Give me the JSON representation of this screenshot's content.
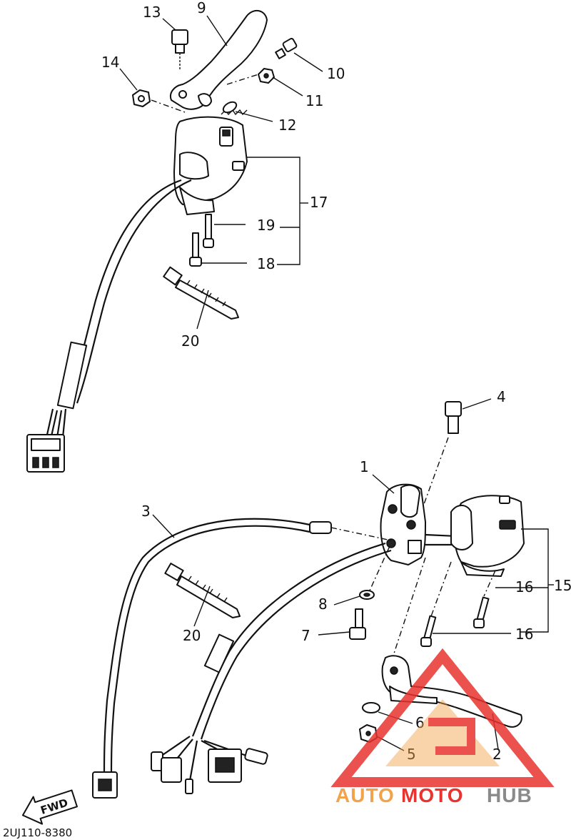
{
  "diagram": {
    "drawing_code": "2UJ110-8380",
    "direction_arrow_label": "FWD",
    "callouts": [
      {
        "key": "c13",
        "text": "13"
      },
      {
        "key": "c9",
        "text": "9"
      },
      {
        "key": "c14",
        "text": "14"
      },
      {
        "key": "c10",
        "text": "10"
      },
      {
        "key": "c11",
        "text": "11"
      },
      {
        "key": "c12",
        "text": "12"
      },
      {
        "key": "c17",
        "text": "17"
      },
      {
        "key": "c19",
        "text": "19"
      },
      {
        "key": "c18",
        "text": "18"
      },
      {
        "key": "c20a",
        "text": "20"
      },
      {
        "key": "c4",
        "text": "4"
      },
      {
        "key": "c1",
        "text": "1"
      },
      {
        "key": "c3",
        "text": "3"
      },
      {
        "key": "c15",
        "text": "15"
      },
      {
        "key": "c8",
        "text": "8"
      },
      {
        "key": "c16a",
        "text": "16"
      },
      {
        "key": "c7",
        "text": "7"
      },
      {
        "key": "c16b",
        "text": "16"
      },
      {
        "key": "c20b",
        "text": "20"
      },
      {
        "key": "c6",
        "text": "6"
      },
      {
        "key": "c5",
        "text": "5"
      },
      {
        "key": "c2",
        "text": "2"
      }
    ]
  },
  "watermark": {
    "word_auto": "AUTO",
    "word_moto": "MOTO",
    "word_hub": "HUB",
    "colors": {
      "orange": "#f2a24a",
      "red": "#e8332f",
      "gray": "#8a8a8a"
    }
  }
}
